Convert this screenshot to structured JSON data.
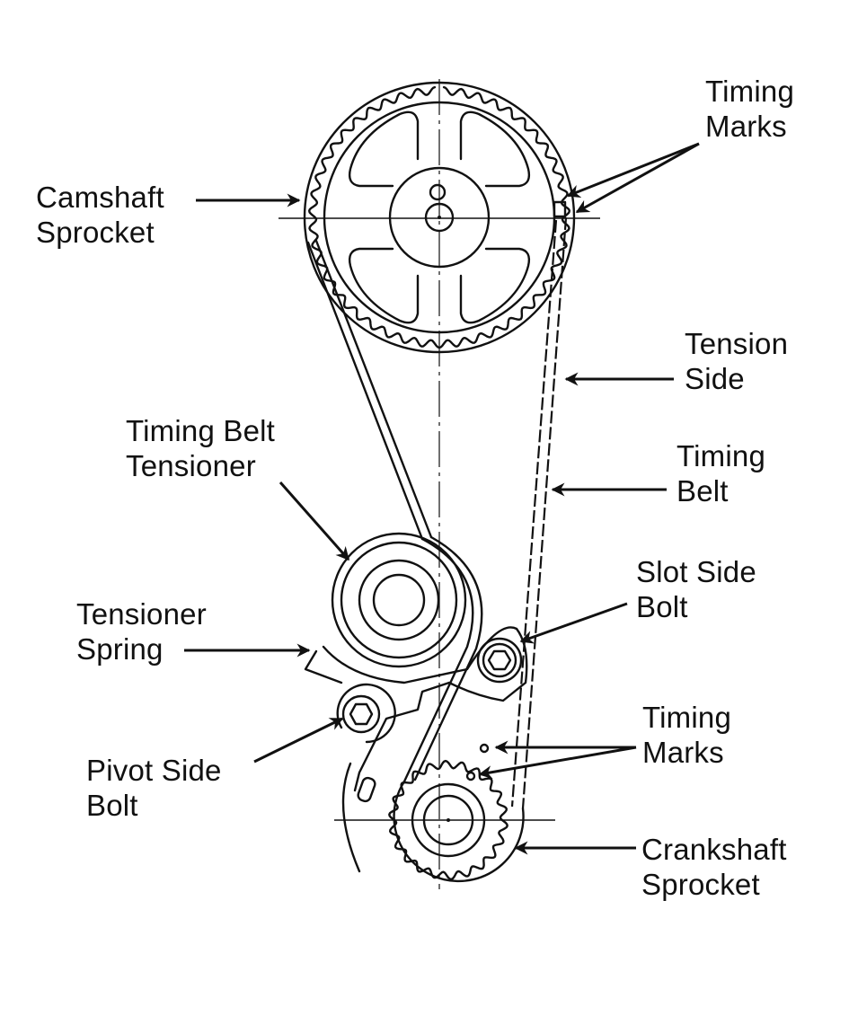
{
  "diagram": {
    "title": "Timing belt layout",
    "labels": {
      "camshaft_sprocket": [
        "Camshaft",
        "Sprocket"
      ],
      "timing_marks_top": [
        "Timing",
        "Marks"
      ],
      "tension_side": [
        "Tension",
        "Side"
      ],
      "timing_belt": [
        "Timing",
        "Belt"
      ],
      "timing_belt_tensioner": [
        "Timing Belt",
        "Tensioner"
      ],
      "slot_side_bolt": [
        "Slot Side",
        "Bolt"
      ],
      "tensioner_spring": [
        "Tensioner",
        "Spring"
      ],
      "timing_marks_bottom": [
        "Timing",
        "Marks"
      ],
      "pivot_side_bolt": [
        "Pivot Side",
        "Bolt"
      ],
      "crankshaft_sprocket": [
        "Crankshaft",
        "Sprocket"
      ]
    },
    "components": [
      "camshaft-sprocket",
      "timing-belt",
      "timing-belt-tensioner",
      "tensioner-spring",
      "slot-side-bolt",
      "pivot-side-bolt",
      "crankshaft-sprocket",
      "timing-marks"
    ],
    "line_color": "#111111",
    "background_color": "#ffffff"
  }
}
